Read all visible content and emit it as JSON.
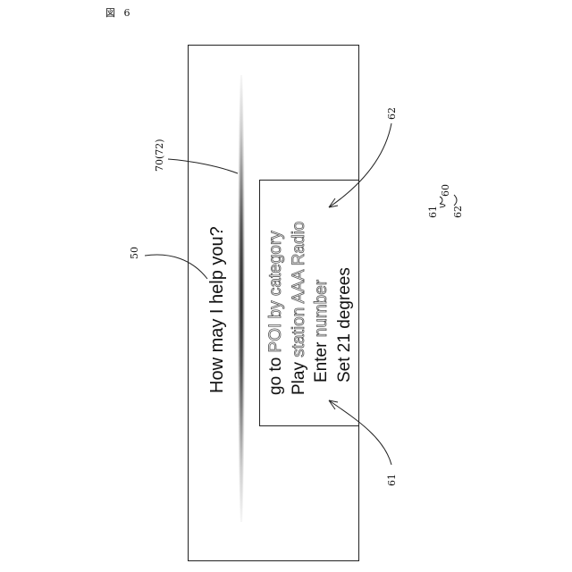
{
  "figure_label": "図 6",
  "screen": {
    "prompt": "How may I help you?",
    "commands": [
      {
        "prefix": "go to ",
        "suffix": "POI by category"
      },
      {
        "prefix": "Play ",
        "suffix": "station AAA Radio"
      },
      {
        "prefix": "Enter ",
        "suffix": "number"
      },
      {
        "prefix": "Set 21 degrees",
        "suffix": ""
      }
    ]
  },
  "references": {
    "ref_50": "50",
    "ref_70": "70(72)",
    "ref_62": "62",
    "ref_61": "61",
    "legend_61": "61",
    "legend_60": "60",
    "legend_62": "62"
  }
}
